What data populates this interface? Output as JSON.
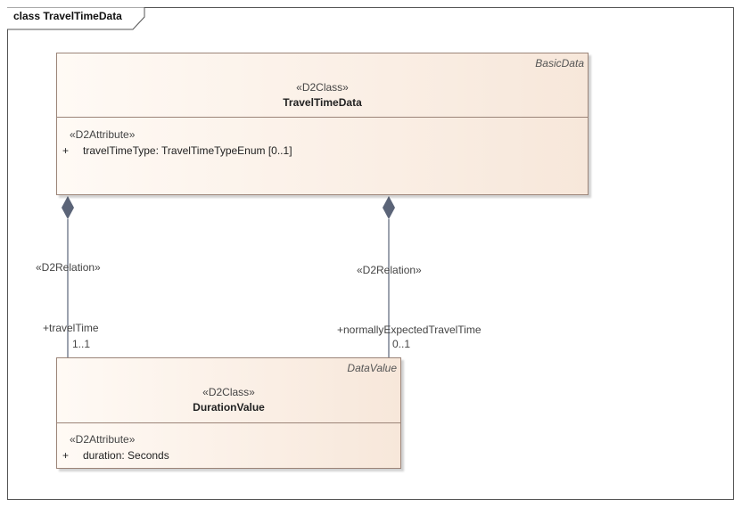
{
  "frame": {
    "title": "class TravelTimeData"
  },
  "classes": {
    "travel_time_data": {
      "package": "BasicData",
      "stereotype": "«D2Class»",
      "name": "TravelTimeData",
      "attr_stereotype": "«D2Attribute»",
      "attr_visibility": "+",
      "attr_text": "travelTimeType: TravelTimeTypeEnum [0..1]"
    },
    "duration_value": {
      "package": "DataValue",
      "stereotype": "«D2Class»",
      "name": "DurationValue",
      "attr_stereotype": "«D2Attribute»",
      "attr_visibility": "+",
      "attr_text": "duration: Seconds"
    }
  },
  "relations": [
    {
      "stereotype": "«D2Relation»",
      "role": "+travelTime",
      "multiplicity": "1..1"
    },
    {
      "stereotype": "«D2Relation»",
      "role": "+normallyExpectedTravelTime",
      "multiplicity": "0..1"
    }
  ],
  "colors": {
    "line": "#5b6478",
    "diamond": "#5b6478",
    "border": "#9b8478",
    "fill_start": "#fffaf5",
    "fill_end": "#f7e7da"
  }
}
